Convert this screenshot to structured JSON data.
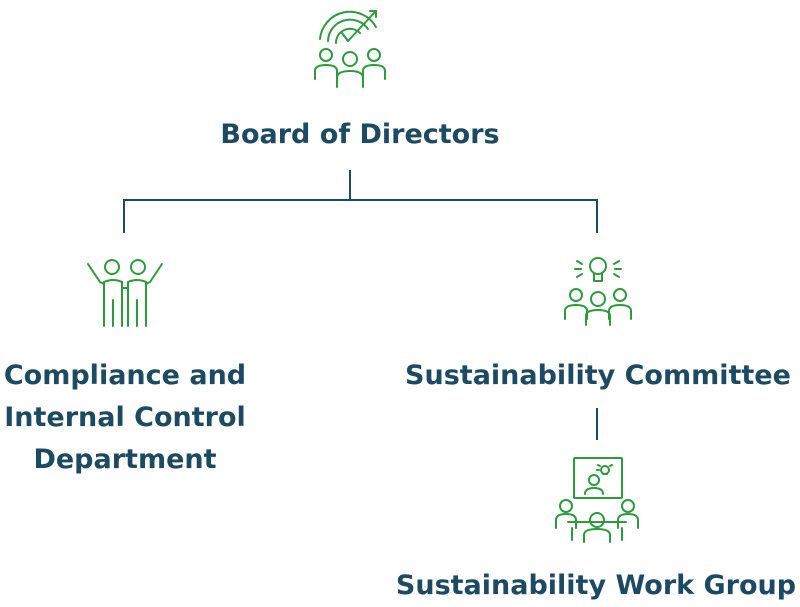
{
  "colors": {
    "text": "#1d4a63",
    "connector": "#1d4a63",
    "icon": "#2e9a3e"
  },
  "nodes": {
    "board": {
      "label": "Board of Directors",
      "icon": "target-team-icon"
    },
    "compliance": {
      "label_lines": [
        "Compliance and",
        "Internal Control",
        "Department"
      ],
      "icon": "celebrating-partners-icon"
    },
    "committee": {
      "label": "Sustainability Committee",
      "icon": "idea-team-icon"
    },
    "workgroup": {
      "label": "Sustainability Work Group",
      "icon": "video-meeting-icon"
    }
  }
}
